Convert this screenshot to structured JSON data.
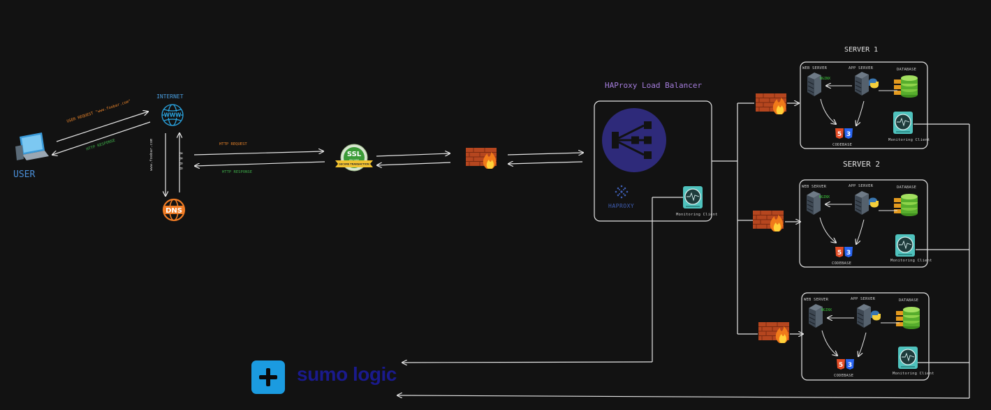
{
  "user": {
    "label": "USER",
    "request": "USER REQUEST \"www.foobar.com\"",
    "response": "HTTP RESPONSE"
  },
  "internet": {
    "label": "INTERNET",
    "domain": "www.foobar.com",
    "ip": "8.8.8.8"
  },
  "dns": {
    "label": "DNS"
  },
  "http": {
    "request": "HTTP REQUEST",
    "response": "HTTP RESPONSE"
  },
  "ssl": {
    "big": "SSL",
    "small": "SECURE",
    "ribbon": "SECURE TRANSACTION"
  },
  "load_balancer": {
    "title": "HAProxy Load Balancer",
    "brand": "HAPROXY",
    "monitor": "Monitoring Client"
  },
  "servers": [
    {
      "title": "SERVER 1",
      "web": "WEB SERVER",
      "app": "APP SERVER",
      "db": "DATABASE",
      "nginx": "NGINX",
      "codebase": "CODEBASE",
      "monitor": "Monitoring Client"
    },
    {
      "title": "SERVER 2",
      "web": "WEB SERVER",
      "app": "APP SERVER",
      "db": "DATABASE",
      "nginx": "NGINX",
      "codebase": "CODEBASE",
      "monitor": "Monitoring Client"
    },
    {
      "title": "",
      "web": "WEB SERVER",
      "app": "APP SERVER",
      "db": "DATABASE",
      "nginx": "NGINX",
      "codebase": "CODEBASE",
      "monitor": "Monitoring Client"
    }
  ],
  "sumo": {
    "label": "sumo logic"
  },
  "colors": {
    "background": "#121212",
    "lines": "#e6e6e6",
    "orange": "#e8832a",
    "green": "#3fae4a",
    "purple": "#a57ddc",
    "blue": "#3a7bd5",
    "haproxy": "#2e2a7a",
    "sumo_blue": "#1b9be0"
  }
}
